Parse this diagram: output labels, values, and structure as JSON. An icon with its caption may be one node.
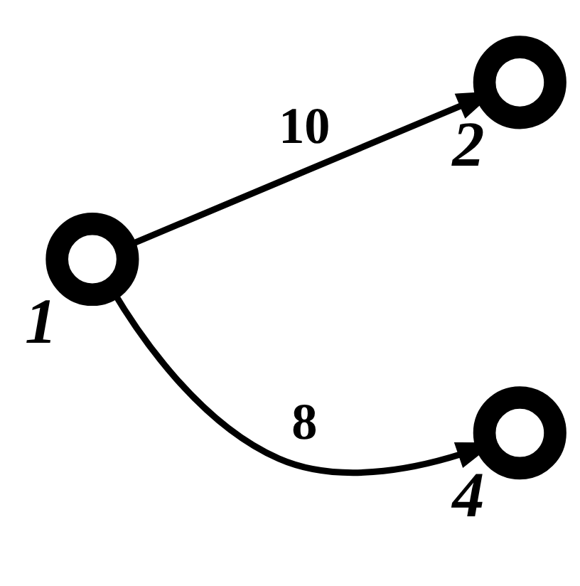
{
  "diagram": {
    "nodes": [
      {
        "text": [],
        "shape": "circle",
        "beside": [
          "1"
        ]
      },
      {
        "text": [],
        "shape": "circle",
        "beside": [
          "2"
        ]
      },
      {
        "text": [],
        "shape": "circle",
        "beside": [
          "4"
        ]
      }
    ],
    "edges": [
      {
        "from": 0,
        "to": 1,
        "arrow": "to",
        "label": "10"
      },
      {
        "from": 0,
        "to": 2,
        "arrow": "to",
        "label": "8"
      }
    ]
  }
}
